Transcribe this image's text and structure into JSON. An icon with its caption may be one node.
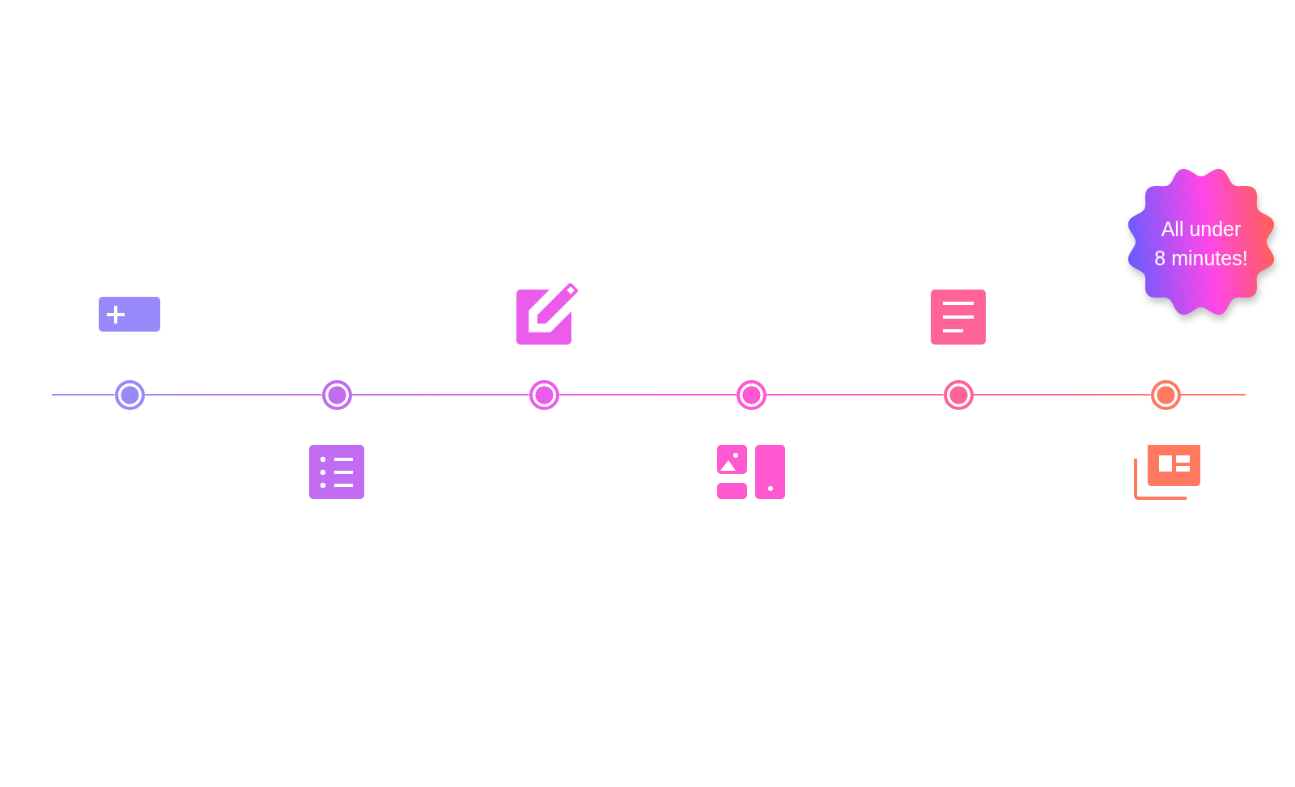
{
  "diagram": {
    "nodes": [
      {
        "text": [
          "All under 8 minutes!"
        ]
      },
      {
        "text": [],
        "shape": "circle"
      },
      {
        "text": [],
        "shape": "circle"
      },
      {
        "text": [],
        "shape": "circle"
      },
      {
        "text": [],
        "shape": "circle"
      },
      {
        "text": [],
        "shape": "circle"
      },
      {
        "text": [],
        "shape": "circle"
      }
    ],
    "edges": [
      {
        "from": null,
        "to": 1,
        "arrow": "none"
      },
      {
        "from": 1,
        "to": 2,
        "arrow": "none"
      },
      {
        "from": 2,
        "to": 3,
        "arrow": "none"
      },
      {
        "from": 3,
        "to": 4,
        "arrow": "none"
      },
      {
        "from": 4,
        "to": 5,
        "arrow": "none"
      },
      {
        "from": 5,
        "to": 6,
        "arrow": "none"
      },
      {
        "from": 6,
        "to": null,
        "arrow": "none"
      }
    ]
  }
}
